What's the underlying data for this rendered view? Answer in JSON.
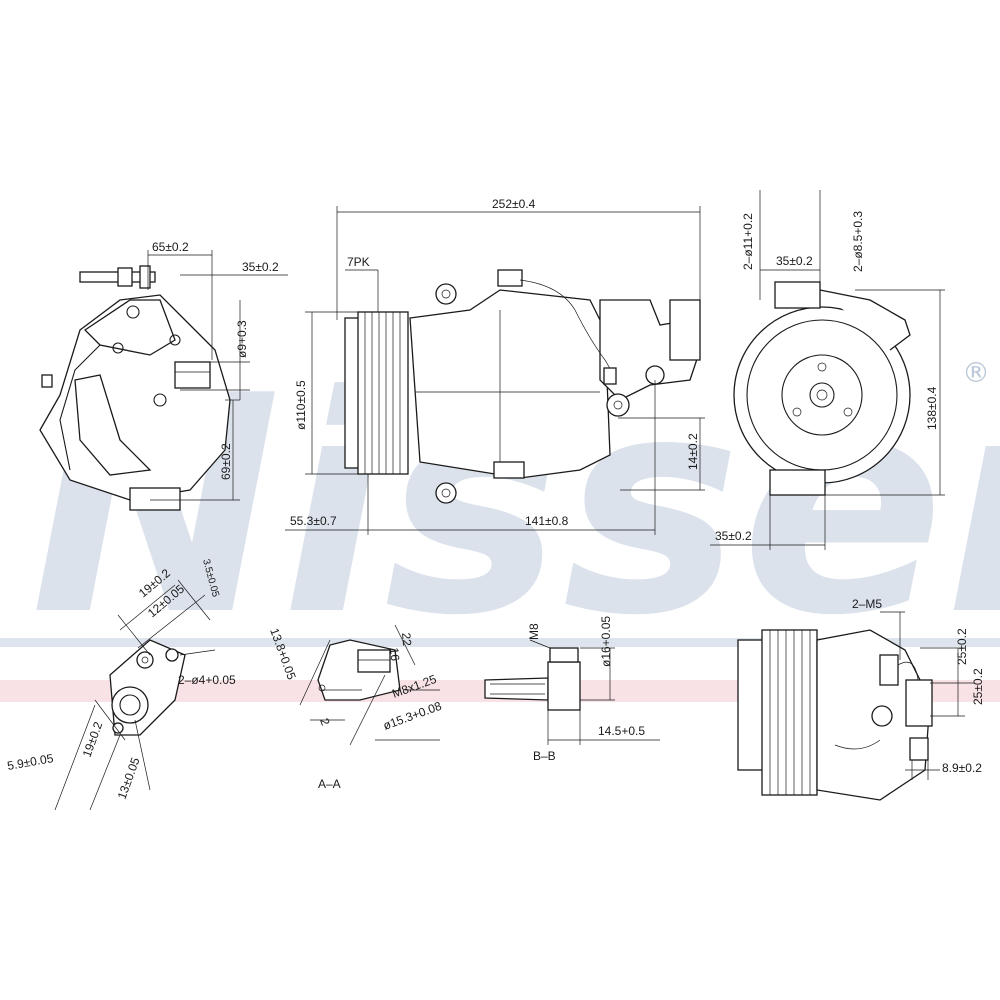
{
  "watermark": {
    "text": "Nissens",
    "registered": "®",
    "brand_blue": "#1d4a86",
    "stripe_red": "#c81e3c"
  },
  "view_labels": {
    "section_aa": "A–A",
    "section_bb": "B–B",
    "belt_profile": "7PK"
  },
  "front_view": {
    "width_65": "65±0.2",
    "offset_35": "35±0.2",
    "bore_9": "ø9+0.3",
    "height_69": "69±0.2"
  },
  "side_view": {
    "length_252": "252±0.4",
    "pulley_dia": "ø110±0.5",
    "offset_55": "55.3±0.7",
    "mount_141": "141±0.8",
    "height_14": "14±0.2"
  },
  "rear_view": {
    "holes_11": "2–ø11+0.2",
    "holes_8_5": "2–ø8.5+0.3",
    "width_35_top": "35±0.2",
    "height_138": "138±0.4",
    "width_35_bottom": "35±0.2"
  },
  "detail_a": {
    "d19_top": "19±0.2",
    "d12": "12±0.05",
    "d3_5": "3.5±0.05",
    "pins_4": "2–ø4+0.05",
    "d19_bottom": "19±0.2",
    "d5_9": "5.9±0.05",
    "d13": "13±0.05"
  },
  "section_a": {
    "d13_8": "13.8+0.05",
    "d22": "22",
    "d16": "16",
    "thread": "M8x1.25",
    "d15_3": "ø15.3+0.08",
    "d2": "2"
  },
  "section_b": {
    "m8": "M8",
    "d16_bore": "ø16+0.05",
    "d14_5": "14.5+0.5"
  },
  "detail_right": {
    "screws": "2–M5",
    "d25_top": "25±0.2",
    "d25_bottom": "25±0.2",
    "d8_9": "8.9±0.2"
  }
}
